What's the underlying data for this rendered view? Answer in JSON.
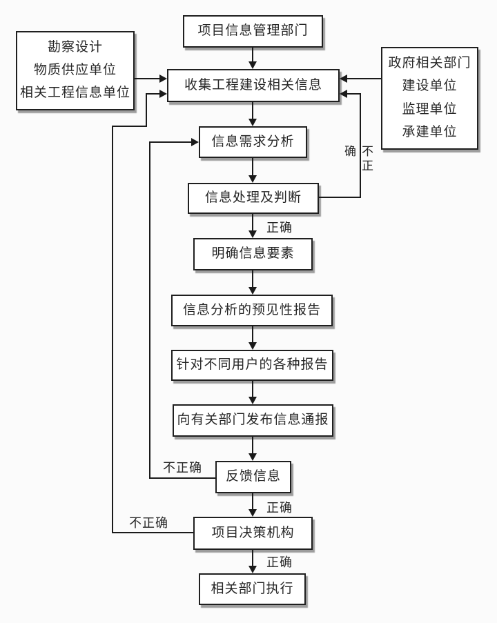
{
  "diagram": {
    "nodes": {
      "info_dept": "项目信息管理部门",
      "collect": "收集工程建设相关信息",
      "demand_analysis": "信息需求分析",
      "processing": "信息处理及判断",
      "clarify": "明确信息要素",
      "forecast_report": "信息分析的预见性报告",
      "user_reports": "针对不同用户的各种报告",
      "publish": "向有关部门发布信息通报",
      "feedback": "反馈信息",
      "decision": "项目决策机构",
      "execute": "相关部门执行",
      "left_sources": [
        "勘察设计",
        "物质供应单位",
        "相关工程信息单位"
      ],
      "right_sources": [
        "政府相关部门",
        "建设单位",
        "监理单位",
        "承建单位"
      ]
    },
    "edge_labels": {
      "process_incorrect": "不正确",
      "process_correct": "正确",
      "feedback_incorrect": "不正确",
      "feedback_correct": "正确",
      "decision_incorrect": "不正确",
      "decision_correct": "正确"
    },
    "colors": {
      "line": "#1a1a1a",
      "box_background": "#ffffff",
      "box_border": "#1f1f1f",
      "box_shadow": "#8c8c8c",
      "page_background": "#fbfbfb",
      "text": "#262626"
    }
  }
}
